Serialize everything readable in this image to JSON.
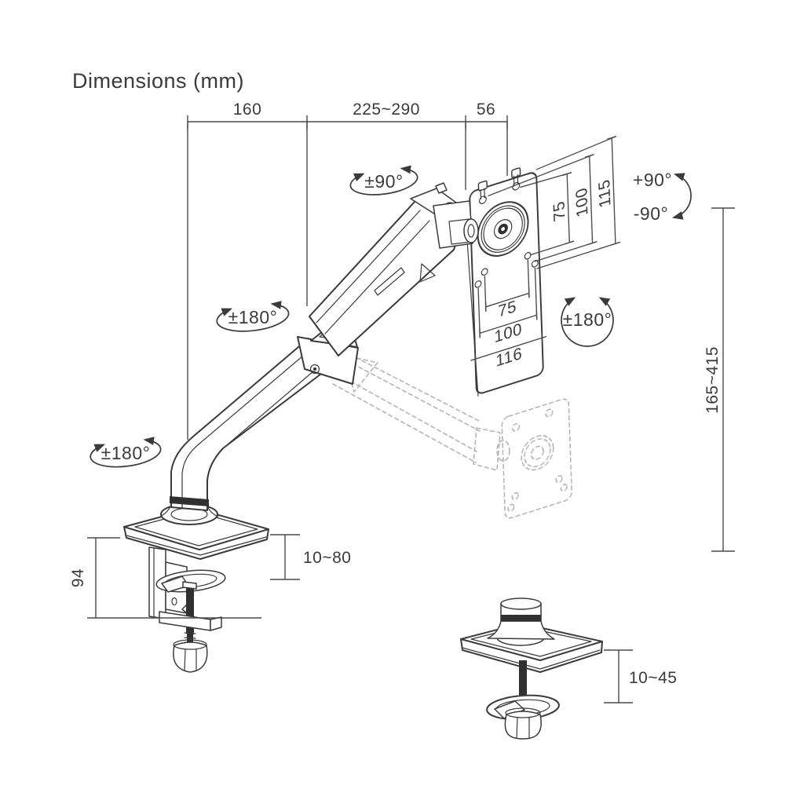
{
  "title": "Dimensions (mm)",
  "top_dims": [
    "160",
    "225~290",
    "56"
  ],
  "vesa": {
    "vertical": [
      "75",
      "100",
      "115"
    ],
    "horizontal": [
      "75",
      "100",
      "116"
    ]
  },
  "rot": {
    "head": "±90°",
    "elbow": "±180°",
    "base": "±180°",
    "plate": "±180°",
    "tilt_up": "+90°",
    "tilt_down": "-90°"
  },
  "height_range": "165~415",
  "clamp": {
    "height": "94",
    "desk_thickness": "10~80"
  },
  "grommet": {
    "desk_thickness": "10~45"
  },
  "colors": {
    "line": "#3b3b3b",
    "ghost": "#b5b5b5",
    "background": "#ffffff"
  }
}
